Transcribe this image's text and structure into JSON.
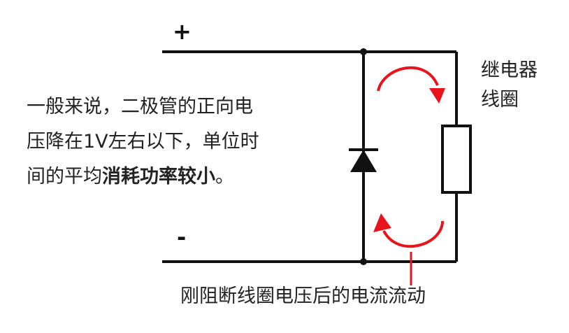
{
  "description_text": {
    "line1": "一般来说，二极管的正向电",
    "line2": "压降在1V左右以下，单位时",
    "line3_normal": "间的平均",
    "line3_bold": "消耗功率较小",
    "line3_end": "。"
  },
  "labels": {
    "plus": "+",
    "minus": "-",
    "relay_line1": "继电器",
    "relay_line2": "线圈",
    "caption": "刚阻断线圈电压后的电流流动"
  },
  "colors": {
    "wire": "#111111",
    "arrow": "#e8141b",
    "text": "#222222"
  }
}
